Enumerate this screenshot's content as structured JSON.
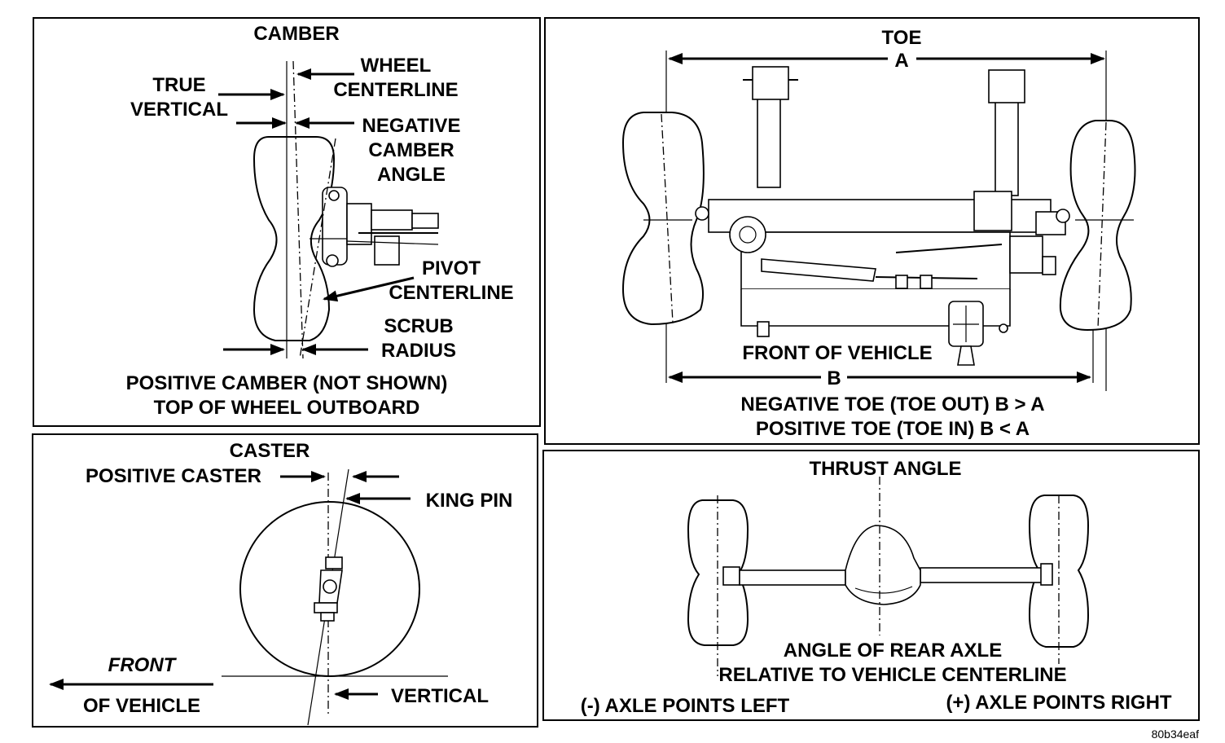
{
  "camber": {
    "title": "CAMBER",
    "wheel_centerline": [
      "WHEEL",
      "CENTERLINE"
    ],
    "true_vertical": [
      "TRUE",
      "VERTICAL"
    ],
    "negative_camber_angle": [
      "NEGATIVE",
      "CAMBER",
      "ANGLE"
    ],
    "pivot_centerline": [
      "PIVOT",
      "CENTERLINE"
    ],
    "scrub_radius": [
      "SCRUB",
      "RADIUS"
    ],
    "positive_camber_note": [
      "POSITIVE CAMBER (NOT SHOWN)",
      "TOP OF WHEEL OUTBOARD"
    ]
  },
  "toe": {
    "title": "TOE",
    "dim_a": "A",
    "dim_b": "B",
    "front_of_vehicle": "FRONT OF VEHICLE",
    "negative_toe": "NEGATIVE TOE (TOE OUT) B > A",
    "positive_toe": "POSITIVE TOE (TOE IN) B < A"
  },
  "caster": {
    "title": "CASTER",
    "positive_caster": "POSITIVE CASTER",
    "king_pin": "KING PIN",
    "front_of_vehicle": [
      "FRONT",
      "OF VEHICLE"
    ],
    "vertical": "VERTICAL"
  },
  "thrust": {
    "title": "THRUST ANGLE",
    "angle_note": [
      "ANGLE OF REAR AXLE",
      "RELATIVE TO VEHICLE CENTERLINE"
    ],
    "axle_left": "(-) AXLE POINTS LEFT",
    "axle_right": "(+) AXLE POINTS RIGHT"
  },
  "figure_code": "80b34eaf"
}
